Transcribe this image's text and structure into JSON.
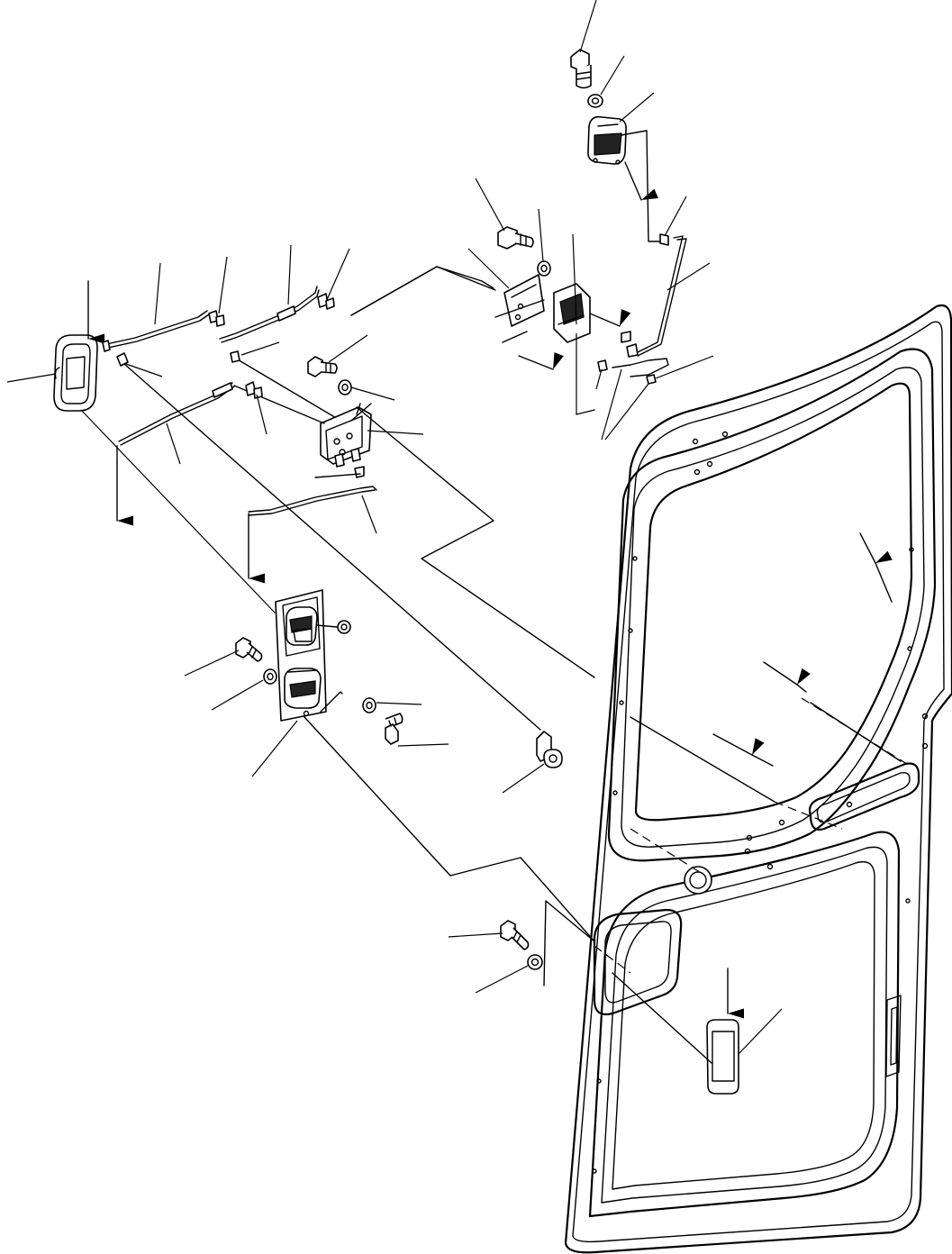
{
  "diagram": {
    "parts": [
      {
        "name": "bolt-top"
      },
      {
        "name": "washer-top"
      },
      {
        "name": "striker-top"
      },
      {
        "name": "rod-upper-right"
      },
      {
        "name": "bolt-mid"
      },
      {
        "name": "washer-mid"
      },
      {
        "name": "lock-bracket"
      },
      {
        "name": "latch-upper"
      },
      {
        "name": "rod-clip-right"
      },
      {
        "name": "handle-outer"
      },
      {
        "name": "rod-a"
      },
      {
        "name": "clip-a"
      },
      {
        "name": "rod-b"
      },
      {
        "name": "clip-b"
      },
      {
        "name": "bolt-center"
      },
      {
        "name": "washer-center"
      },
      {
        "name": "lock-plate"
      },
      {
        "name": "rod-c"
      },
      {
        "name": "clip-c"
      },
      {
        "name": "rod-d"
      },
      {
        "name": "latch-lower-assembly"
      },
      {
        "name": "bolt-left"
      },
      {
        "name": "washer-left"
      },
      {
        "name": "washer-right"
      },
      {
        "name": "bolt-right"
      },
      {
        "name": "key-cylinder"
      },
      {
        "name": "bolt-bottom"
      },
      {
        "name": "washer-bottom"
      },
      {
        "name": "inner-handle"
      },
      {
        "name": "door-panel"
      },
      {
        "name": "door-glass"
      }
    ]
  }
}
